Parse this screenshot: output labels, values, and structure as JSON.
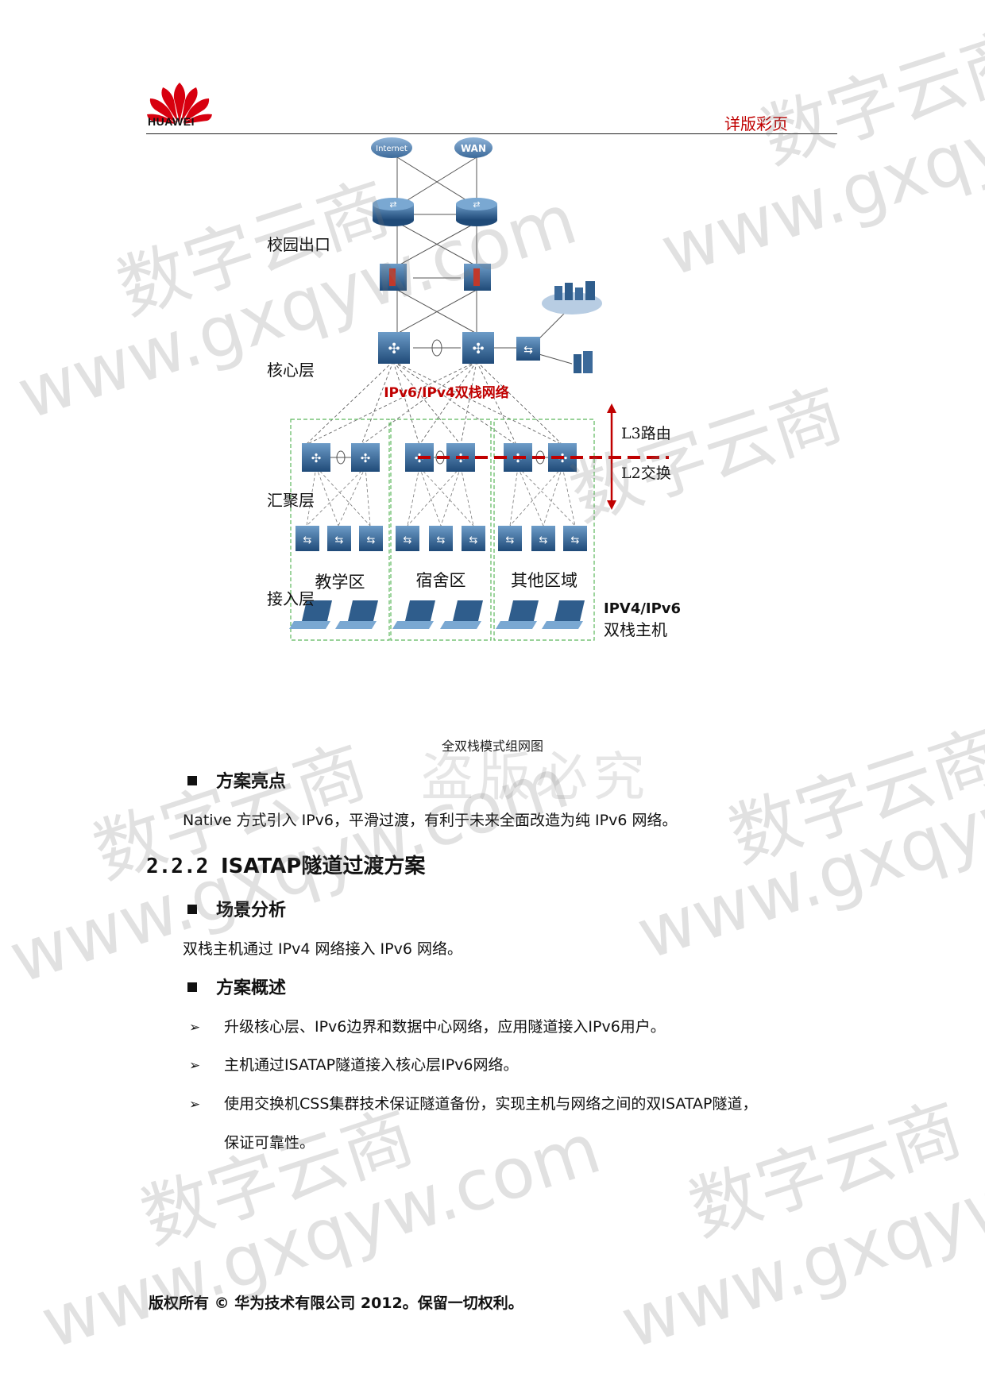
{
  "header": {
    "brand": "HUAWEI",
    "right_label": "详版彩页"
  },
  "diagram": {
    "clouds": [
      "Internet",
      "WAN"
    ],
    "layers": [
      "校园出口",
      "核心层",
      "汇聚层",
      "接入层"
    ],
    "network_label": "IPv6/IPv4双栈网络",
    "l3_label": "L3路由",
    "l2_label": "L2交换",
    "zones": [
      "教学区",
      "宿舍区",
      "其他区域"
    ],
    "host_label_line1": "IPV4/IPv6",
    "host_label_line2": "双栈主机",
    "caption": "全双栈模式组网图"
  },
  "section1": {
    "heading": "方案亮点",
    "text": "Native 方式引入 IPv6，平滑过渡，有利于未来全面改造为纯 IPv6 网络。"
  },
  "section2": {
    "number": "2.2.2",
    "title": "ISATAP隧道过渡方案",
    "scene_heading": "场景分析",
    "scene_text": "双栈主机通过 IPv4 网络接入 IPv6 网络。",
    "overview_heading": "方案概述",
    "items": [
      "升级核心层、IPv6边界和数据中心网络，应用隧道接入IPv6用户。",
      "主机通过ISATAP隧道接入核心层IPv6网络。",
      "使用交换机CSS集群技术保证隧道备份，实现主机与网络之间的双ISATAP隧道，"
    ],
    "item3_continuation": "保证可靠性。"
  },
  "footer": {
    "text": "版权所有 © 华为技术有限公司 2012。保留一切权利。"
  },
  "watermark": {
    "cn": "数字云商",
    "url": "www.gxqyw.com",
    "center": "盗版必究"
  },
  "colors": {
    "accent_red": "#c00000",
    "device_blue": "#2f5d8c",
    "zone_green": "#5cb85c"
  }
}
